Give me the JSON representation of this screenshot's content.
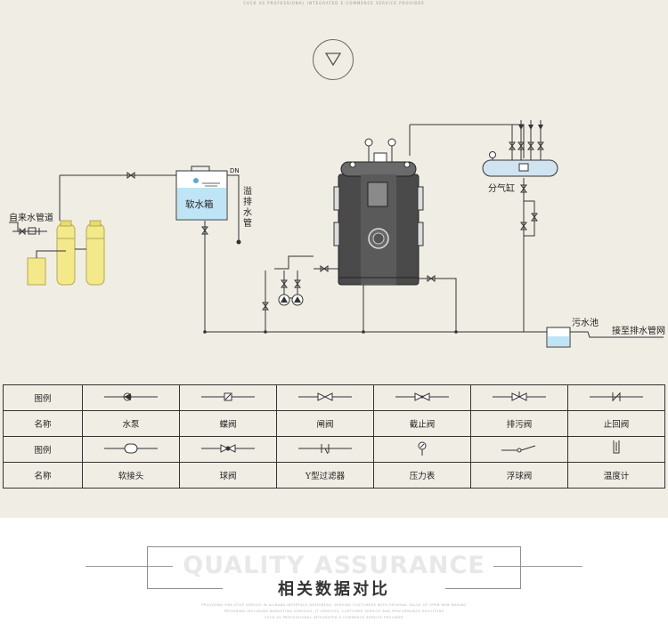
{
  "header": {
    "top_small_text": "CUCK AS PROFESSIONAL INTEGRATED E-COMMERCE SERVICE PROVIDER"
  },
  "nav": {
    "icon": "chevron-down-icon"
  },
  "diagram": {
    "labels": {
      "tap_water_pipe": "自来水管道",
      "soft_water_tank": "软水箱",
      "dn": "DN",
      "overflow_drain": "溢排水管",
      "gas_cylinder": "分气缸",
      "sewage_pool": "污水池",
      "to_drain_network": "接至排水管网"
    },
    "colors": {
      "softener_fill": "#f3e98a",
      "tank_water": "#bfe4f5",
      "boiler_dark": "#4a4a4a",
      "pipe": "#333333"
    }
  },
  "legend": {
    "header_symbol": "图例",
    "header_name": "名称",
    "row1_names": [
      "水泵",
      "蝶阀",
      "闸阀",
      "截止阀",
      "排污阀",
      "止回阀"
    ],
    "row2_names": [
      "软接头",
      "球阀",
      "Y型过滤器",
      "压力表",
      "浮球阀",
      "温度计"
    ],
    "row1_icons": [
      "pump-icon",
      "butterfly-valve-icon",
      "gate-valve-icon",
      "globe-valve-icon",
      "blowdown-valve-icon",
      "check-valve-icon"
    ],
    "row2_icons": [
      "flexible-joint-icon",
      "ball-valve-icon",
      "y-strainer-icon",
      "pressure-gauge-icon",
      "float-valve-icon",
      "thermometer-icon"
    ]
  },
  "footer": {
    "title": "QUALITY ASSURANCE",
    "subtitle": "相关数据对比",
    "small_text_1": "PROVIDING ONE-STOP SERVICE IN ALIBABA INTERFACE DESIGNERS, SERVING CUSTOMERS WITH ORIGINAL VALUE OF OPEN WEB MAKING",
    "small_text_2": "PROVIDING INCLUDING MARKETING SERVICES, IT SERVICES, CUSTOMER SERVICE AND PERFORMANCE SOLUTIONS",
    "small_text_3": "CUCK AS PROFESSIONAL INTEGRATED E-COMMERCE SERVICE PROVIDER"
  }
}
